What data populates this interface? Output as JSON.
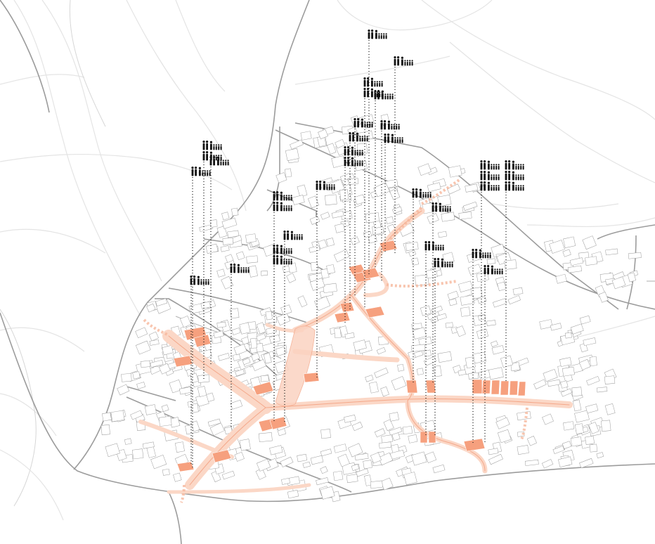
{
  "map": {
    "colors": {
      "background": "#ffffff",
      "road": "#9c9c9c",
      "building_outline": "#9a9a9a",
      "field_lines": "#e4e4e4",
      "street_highlight": "#fbd7c6",
      "shopfront": "#f6a07e",
      "people_icon": "#111111",
      "leader_line": "#111111"
    },
    "icons": [
      "people-group-icon",
      "dotted-leader-line"
    ],
    "people_stacks": [
      {
        "id": "a",
        "groups": 2
      },
      {
        "id": "b",
        "groups": 1
      },
      {
        "id": "c",
        "groups": 1
      },
      {
        "id": "d",
        "groups": 1
      },
      {
        "id": "e",
        "groups": 1
      },
      {
        "id": "f",
        "groups": 2
      },
      {
        "id": "g",
        "groups": 1
      },
      {
        "id": "h",
        "groups": 2
      },
      {
        "id": "i",
        "groups": 1
      },
      {
        "id": "j",
        "groups": 1
      },
      {
        "id": "k",
        "groups": 1
      },
      {
        "id": "l",
        "groups": 2
      },
      {
        "id": "m",
        "groups": 1
      },
      {
        "id": "n",
        "groups": 1
      },
      {
        "id": "o",
        "groups": 1
      },
      {
        "id": "p",
        "groups": 1
      },
      {
        "id": "q",
        "groups": 2
      },
      {
        "id": "r",
        "groups": 1
      },
      {
        "id": "s",
        "groups": 1
      },
      {
        "id": "t",
        "groups": 1
      },
      {
        "id": "u",
        "groups": 1
      },
      {
        "id": "v",
        "groups": 1
      },
      {
        "id": "w",
        "groups": 1
      },
      {
        "id": "x",
        "groups": 3
      },
      {
        "id": "y",
        "groups": 3
      }
    ]
  }
}
